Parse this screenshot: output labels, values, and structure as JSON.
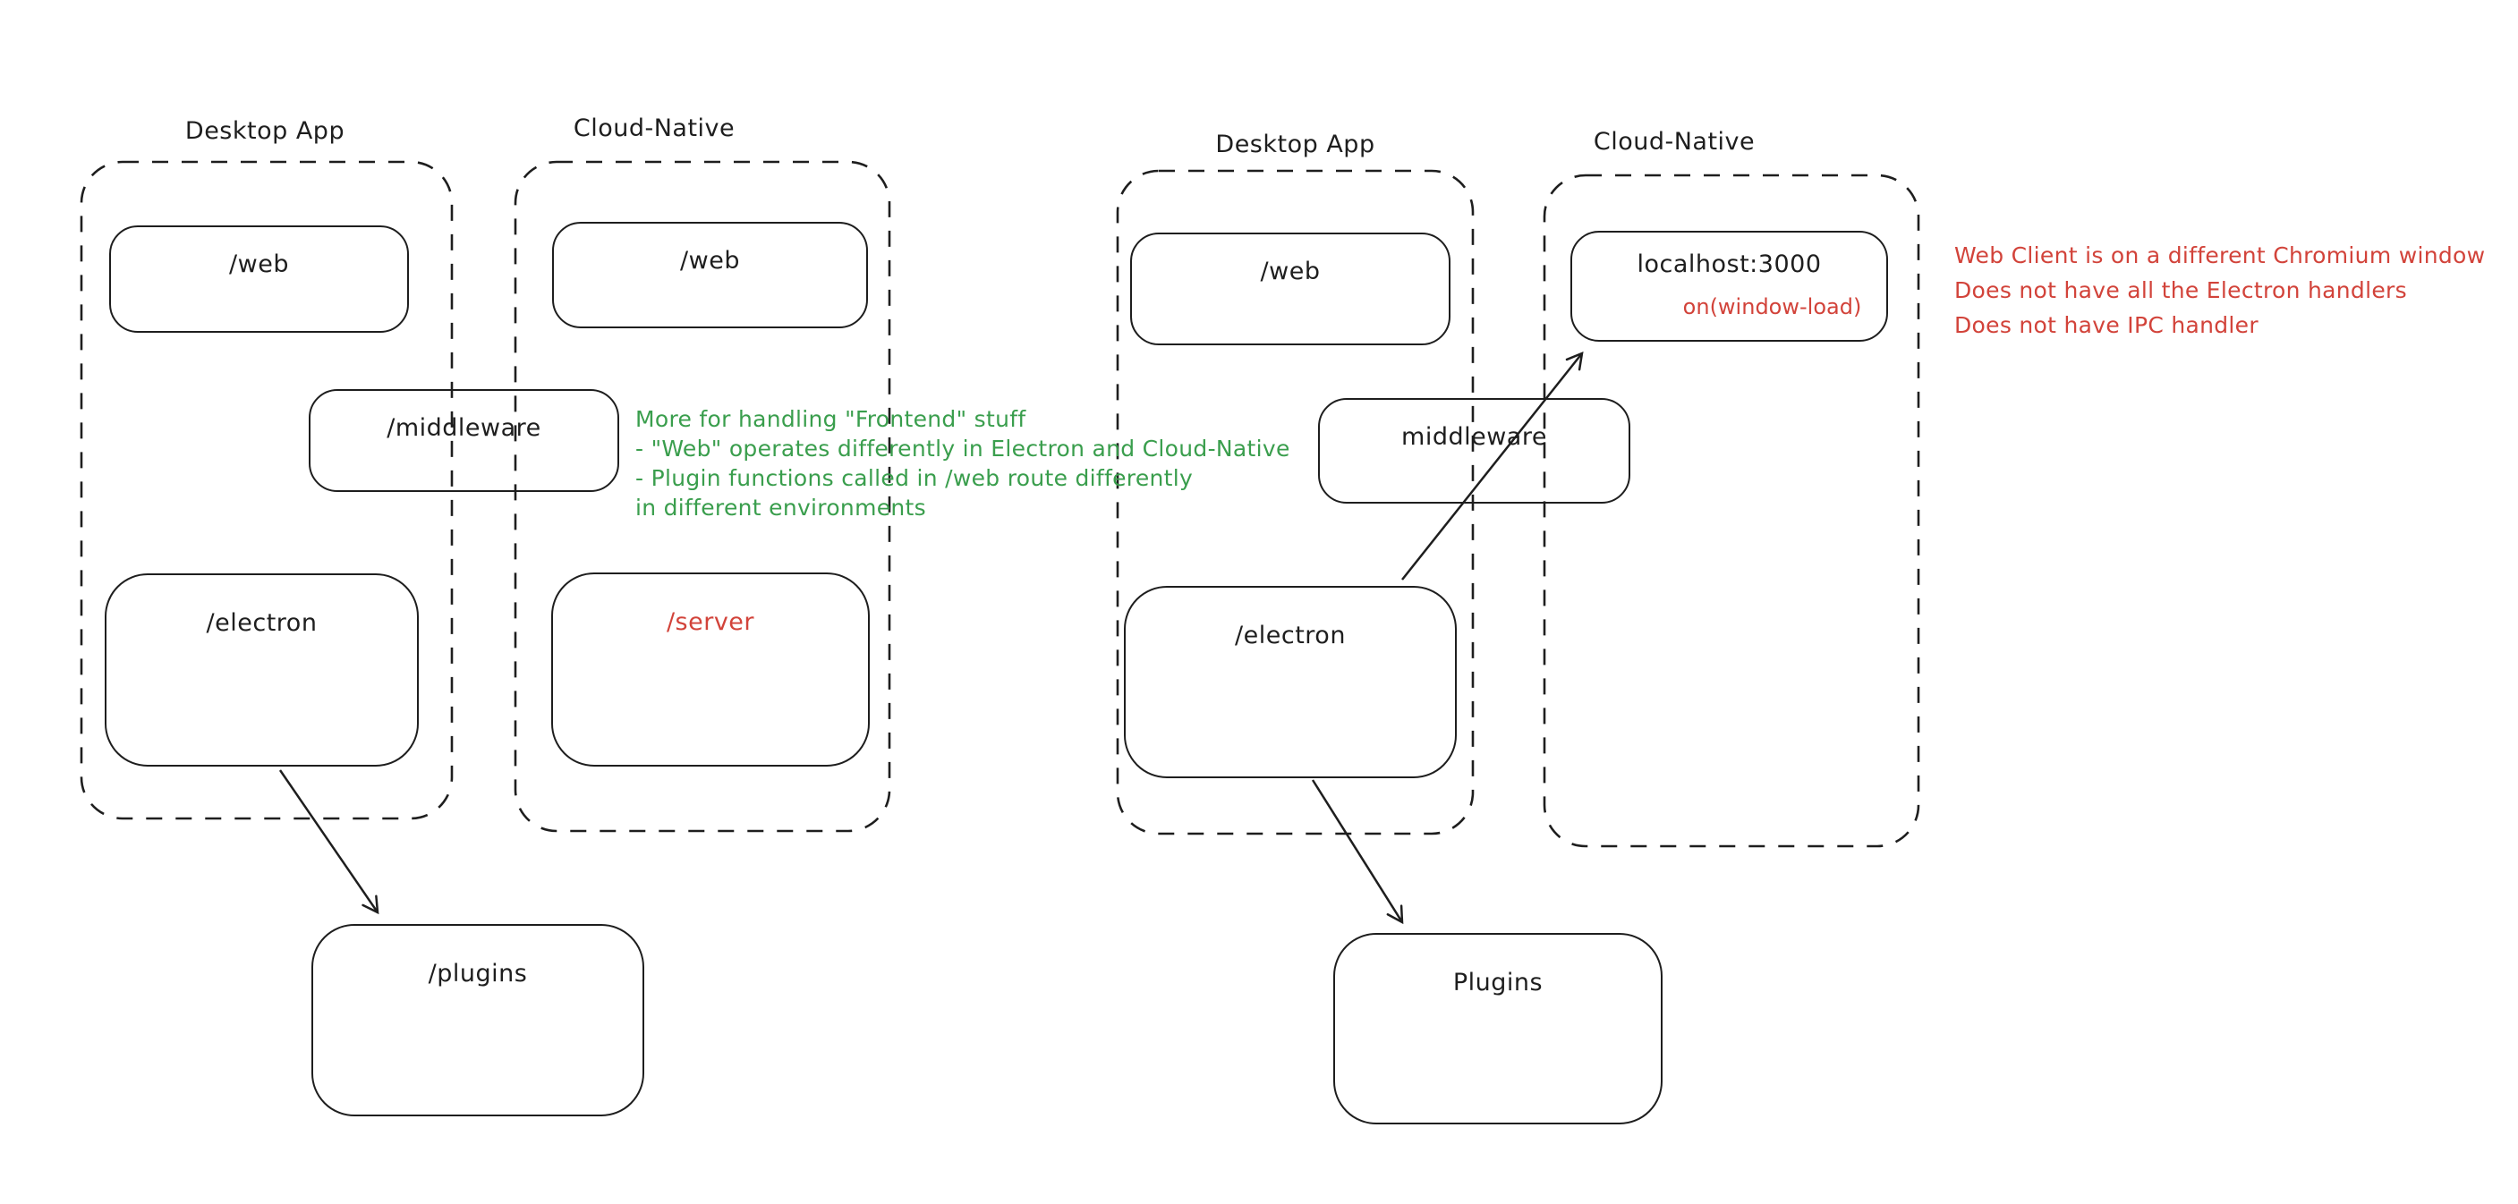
{
  "colors": {
    "stroke": "#1e1e1e",
    "red": "#d2433a",
    "green": "#3a9e4d"
  },
  "left_diagram": {
    "desktop_app": {
      "title": "Desktop App",
      "web_label": "/web",
      "electron_label": "/electron"
    },
    "cloud_native": {
      "title": "Cloud-Native",
      "web_label": "/web",
      "server_label": "/server"
    },
    "middleware_label": "/middleware",
    "plugins_label": "/plugins",
    "green_note": {
      "lines": [
        "More for handling \"Frontend\" stuff",
        "- \"Web\" operates differently in Electron and Cloud-Native",
        "- Plugin functions called in /web route differently",
        "in different environments"
      ]
    }
  },
  "right_diagram": {
    "desktop_app": {
      "title": "Desktop App",
      "web_label": "/web",
      "electron_label": "/electron"
    },
    "cloud_native": {
      "title": "Cloud-Native",
      "localhost_label": "localhost:3000",
      "window_load_label": "on(window-load)"
    },
    "middleware_label": "middleware",
    "plugins_label": "Plugins",
    "red_note": {
      "lines": [
        "Web Client is on a different Chromium window",
        "Does not have all the Electron handlers",
        "Does not have IPC handler"
      ]
    }
  }
}
